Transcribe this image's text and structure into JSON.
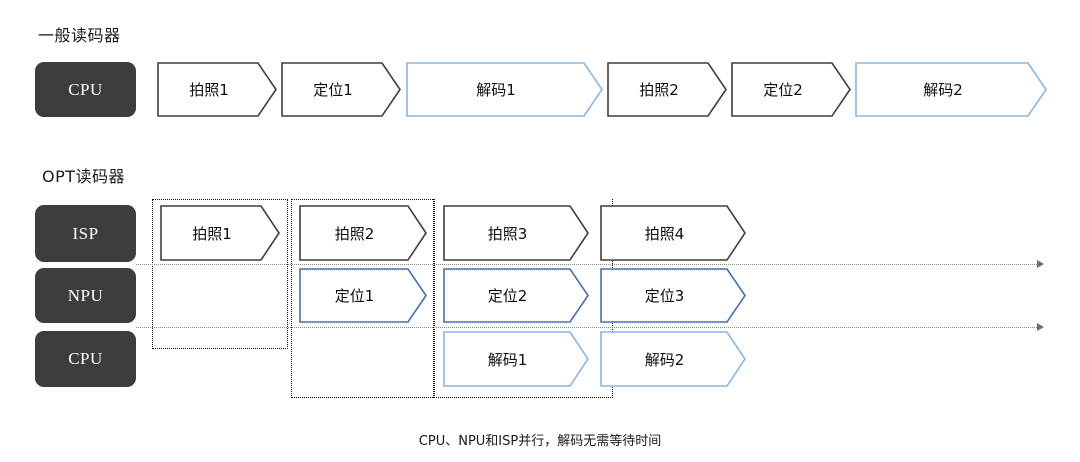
{
  "colors": {
    "unit_bg": "#3d3d3d",
    "unit_text": "#ffffff",
    "chevron_dark": "#3f3f3f",
    "chevron_blue_light": "#8fb4e0",
    "chevron_blue_mid": "#4a6fa5",
    "chevron_fill": "#ffffff",
    "dotted_group": "#111111",
    "axis": "#8a8a8a",
    "text": "#0d0d0d"
  },
  "sections": [
    {
      "title": "一般读码器",
      "rows": [
        {
          "unit": "CPU",
          "tasks": [
            {
              "label": "拍照1",
              "stroke": "dark"
            },
            {
              "label": "定位1",
              "stroke": "dark"
            },
            {
              "label": "解码1",
              "stroke": "blue_light"
            },
            {
              "label": "拍照2",
              "stroke": "dark"
            },
            {
              "label": "定位2",
              "stroke": "dark"
            },
            {
              "label": "解码2",
              "stroke": "blue_light"
            }
          ]
        }
      ]
    },
    {
      "title": "OPT读码器",
      "rows": [
        {
          "unit": "ISP",
          "tasks": [
            {
              "label": "拍照1",
              "stroke": "dark"
            },
            {
              "label": "拍照2",
              "stroke": "dark"
            },
            {
              "label": "拍照3",
              "stroke": "dark"
            },
            {
              "label": "拍照4",
              "stroke": "dark"
            }
          ]
        },
        {
          "unit": "NPU",
          "tasks": [
            {
              "label": "定位1",
              "stroke": "blue_mid"
            },
            {
              "label": "定位2",
              "stroke": "blue_mid"
            },
            {
              "label": "定位3",
              "stroke": "blue_mid"
            }
          ]
        },
        {
          "unit": "CPU",
          "tasks": [
            {
              "label": "解码1",
              "stroke": "blue_light"
            },
            {
              "label": "解码2",
              "stroke": "blue_light"
            }
          ]
        }
      ]
    }
  ],
  "caption": "CPU、NPU和ISP并行，解码无需等待时间"
}
